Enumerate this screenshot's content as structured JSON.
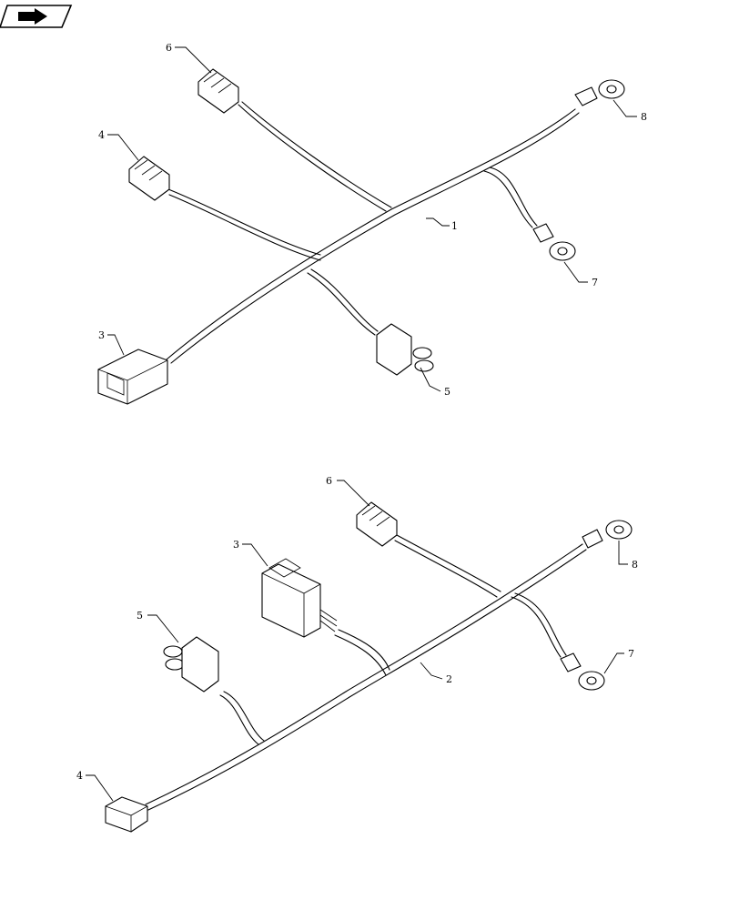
{
  "icon": {
    "name": "nav-arrow-icon"
  },
  "diagram": {
    "top": {
      "callouts": {
        "c1": "1",
        "c3": "3",
        "c4": "4",
        "c5": "5",
        "c6": "6",
        "c7": "7",
        "c8": "8"
      }
    },
    "bottom": {
      "callouts": {
        "c2": "2",
        "c3": "3",
        "c4": "4",
        "c5": "5",
        "c6": "6",
        "c7": "7",
        "c8": "8"
      }
    }
  }
}
